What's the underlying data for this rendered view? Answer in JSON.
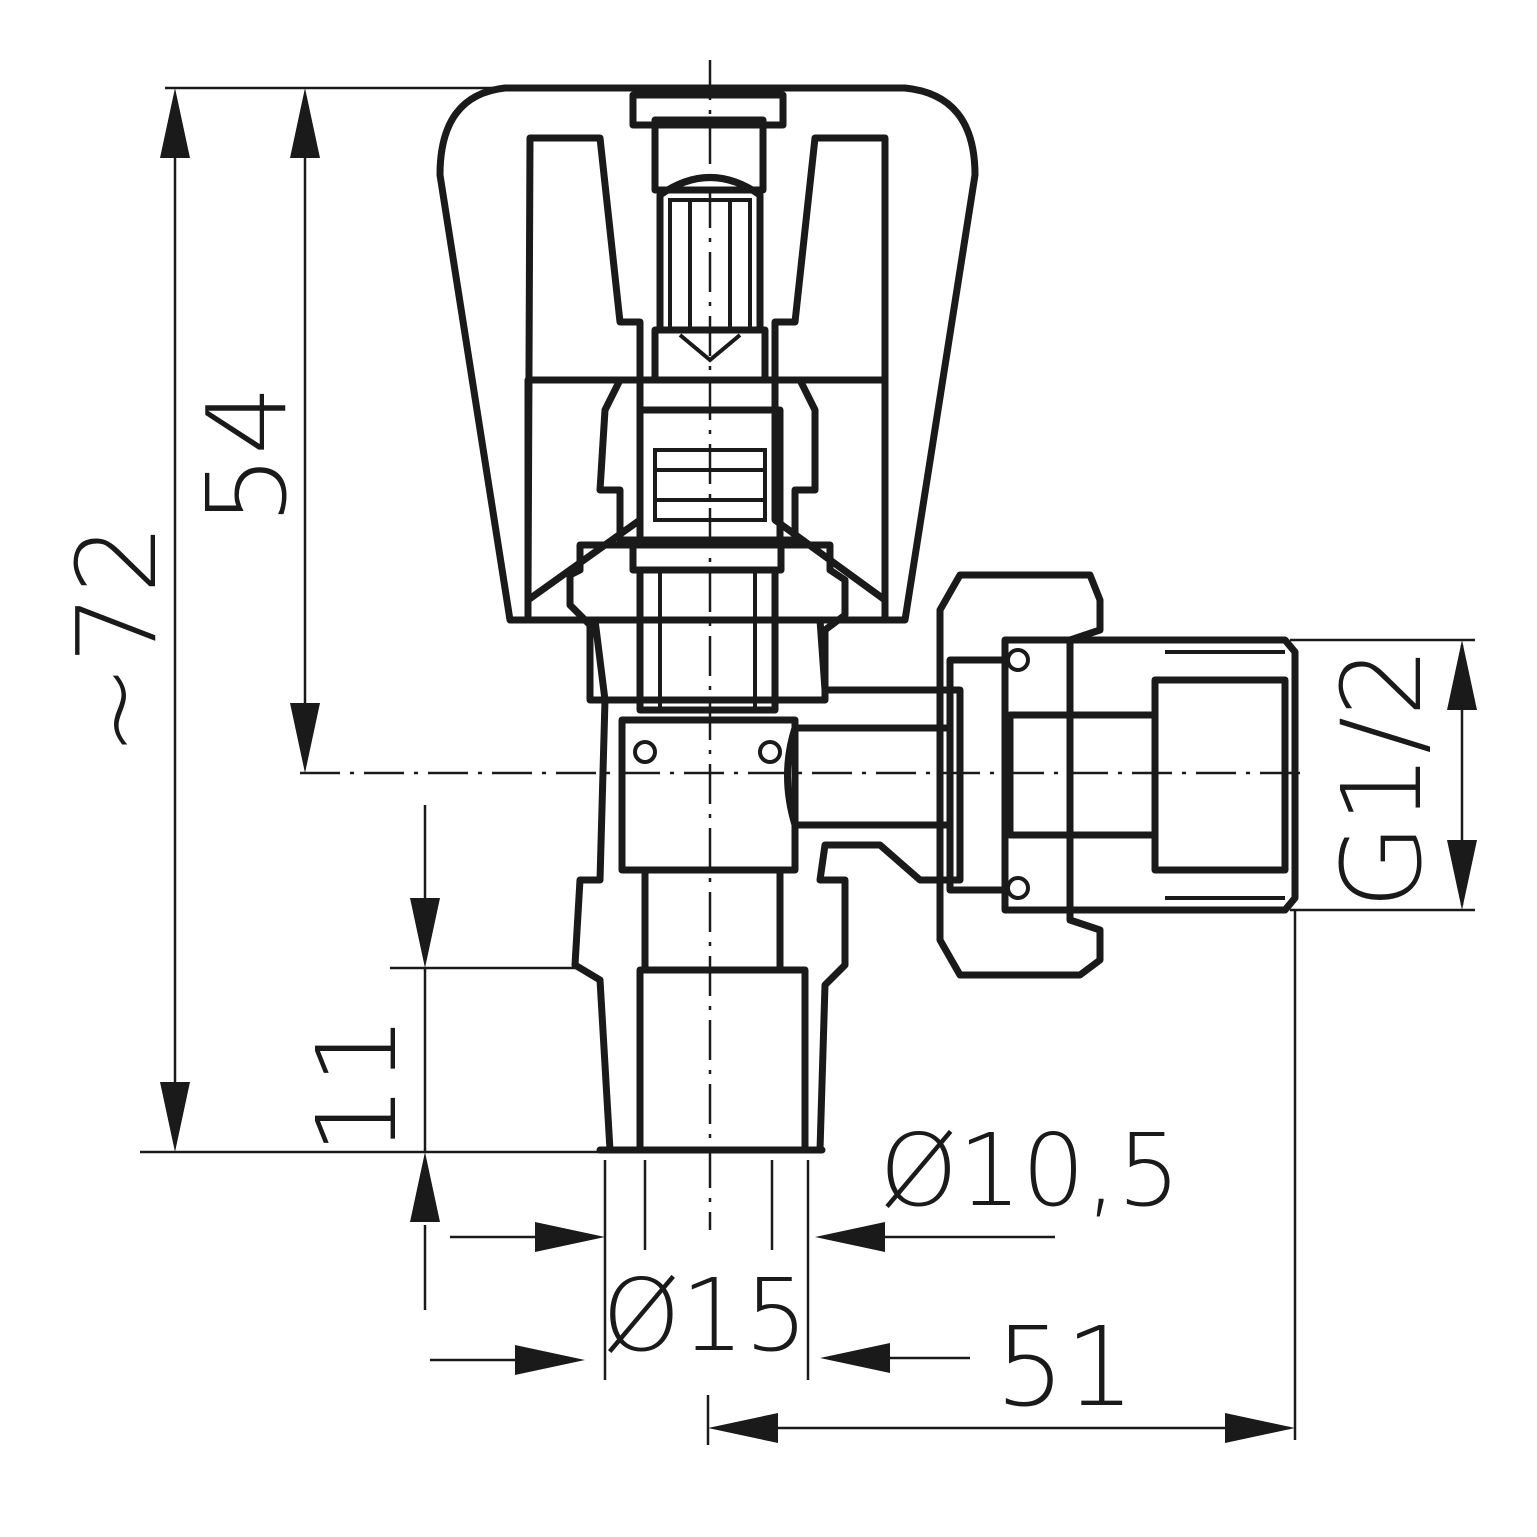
{
  "drawing": {
    "type": "technical-drawing",
    "subject": "angle radiator valve cross-section",
    "colors": {
      "line": "#1a1a1a",
      "background": "#ffffff"
    }
  },
  "dimensions": {
    "overall_height": "~72",
    "handle_to_axis": "54",
    "bottom_thread_length": "11",
    "inner_diameter": "Ø10,5",
    "outer_diameter": "Ø15",
    "horizontal_reach": "51",
    "side_thread": "G1/2"
  }
}
